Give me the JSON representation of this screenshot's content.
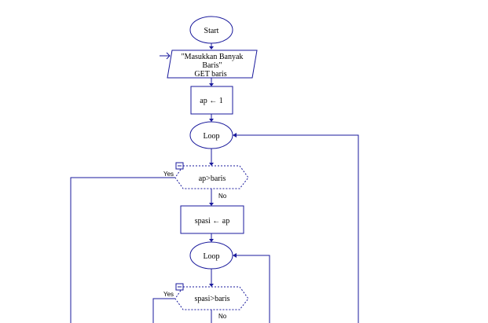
{
  "colors": {
    "stroke": "#1a1a9c",
    "background": "#ffffff"
  },
  "start": {
    "label": "Start"
  },
  "input": {
    "line1": "\"Masukkan Banyak",
    "line2": "Baris\"",
    "line3": "GET baris"
  },
  "assign1": {
    "label": "ap ← 1"
  },
  "loop1": {
    "label": "Loop"
  },
  "decision1": {
    "label": "ap>baris",
    "yes": "Yes",
    "no": "No"
  },
  "assign2": {
    "label": "spasi ← ap"
  },
  "loop2": {
    "label": "Loop"
  },
  "decision2": {
    "label": "spasi>baris",
    "yes": "Yes",
    "no": "No"
  }
}
